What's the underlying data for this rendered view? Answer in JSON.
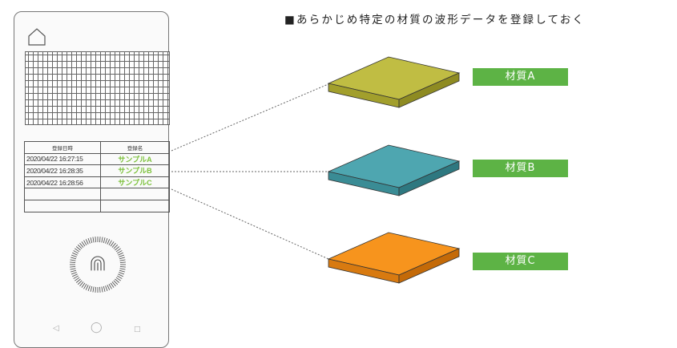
{
  "header": {
    "title": "■あらかじめ特定の材質の波形データを登録しておく"
  },
  "phone": {
    "table": {
      "headers": [
        "登録日時",
        "登録名"
      ],
      "rows": [
        {
          "date": "2020/04/22 16:27:15",
          "name": "サンプルA"
        },
        {
          "date": "2020/04/22 16:28:35",
          "name": "サンプルB"
        },
        {
          "date": "2020/04/22 16:28:56",
          "name": "サンプルC"
        },
        {
          "date": "",
          "name": ""
        },
        {
          "date": "",
          "name": ""
        }
      ]
    },
    "nav_icons": [
      "back-icon",
      "home-circle-icon",
      "recent-apps-icon"
    ]
  },
  "materials": [
    {
      "label": "材質A",
      "top": "#c0bd43",
      "left": "#a29f2c",
      "right": "#8e8b22"
    },
    {
      "label": "材質B",
      "top": "#4ea6b0",
      "left": "#3a8c95",
      "right": "#2e7880"
    },
    {
      "label": "材質C",
      "top": "#f7941d",
      "left": "#d87a10",
      "right": "#c46a08"
    }
  ],
  "colors": {
    "accent_green": "#5db345",
    "sample_text": "#7cc13b"
  }
}
